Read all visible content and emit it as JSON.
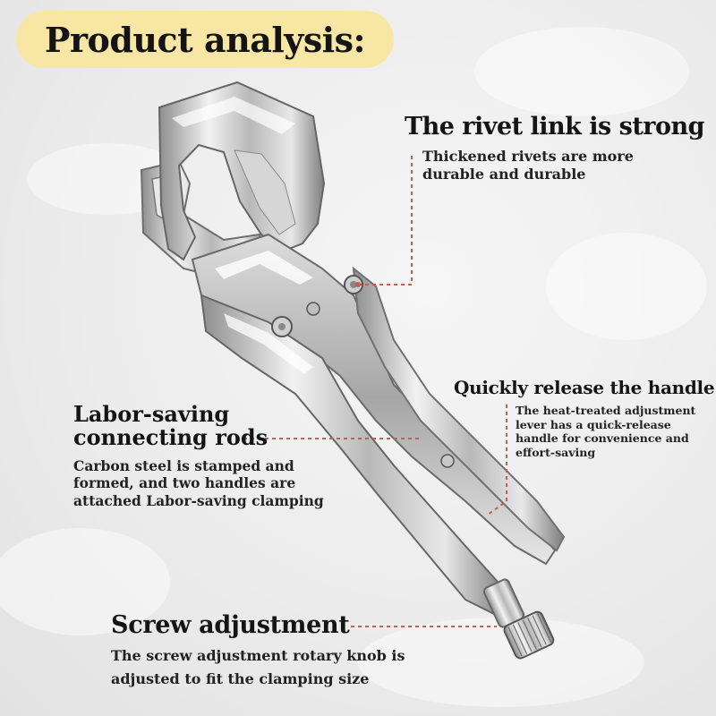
{
  "title": "Product analysis:",
  "colors": {
    "title_pill": "#f8e7a4",
    "leader_line": "#c0604a",
    "text": "#141414"
  },
  "callouts": {
    "rivet": {
      "heading": "The rivet link is strong",
      "lines": [
        "Thickened rivets are more",
        "durable and durable"
      ]
    },
    "release": {
      "heading": "Quickly release the handle",
      "lines": [
        "The heat-treated adjustment",
        "lever has a quick-release",
        "handle for convenience and",
        "effort-saving"
      ]
    },
    "labor": {
      "heading_lines": [
        "Labor-saving",
        "connecting rods"
      ],
      "lines": [
        "Carbon steel is stamped and",
        "formed, and two handles are",
        "attached Labor-saving clamping"
      ]
    },
    "screw": {
      "heading": "Screw adjustment",
      "lines": [
        "The screw adjustment rotary knob is",
        "adjusted to fit the clamping size"
      ]
    }
  }
}
